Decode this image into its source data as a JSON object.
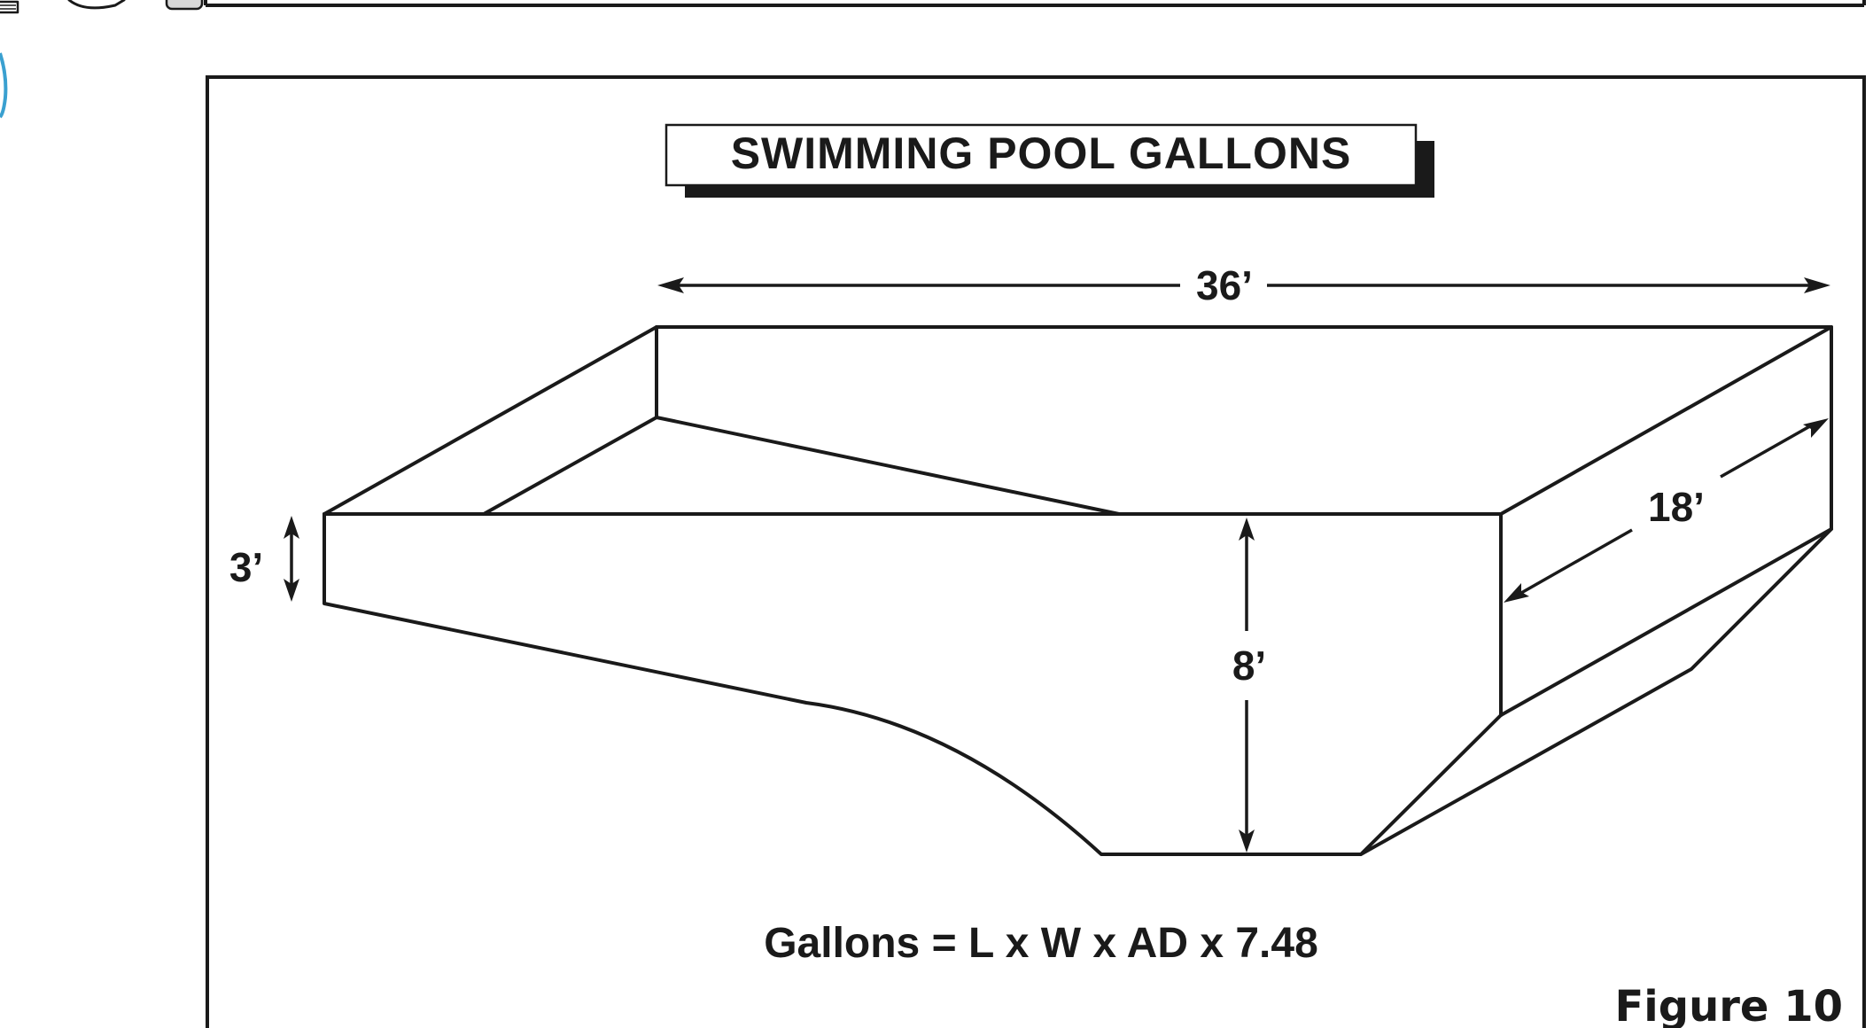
{
  "diagram": {
    "title": "SWIMMING POOL GALLONS",
    "dimensions": {
      "length": "36’",
      "width": "18’",
      "shallow_depth": "3’",
      "deep_depth": "8’"
    },
    "formula": "Gallons = L x W x AD x 7.48",
    "caption": "Figure 10"
  },
  "colors": {
    "ink": "#1a1a1a",
    "background": "#ffffff",
    "accent_edge": "#3aa0d0"
  },
  "icons": [
    "drinking-glass-icon-cropped",
    "bottle-icon-cropped"
  ]
}
